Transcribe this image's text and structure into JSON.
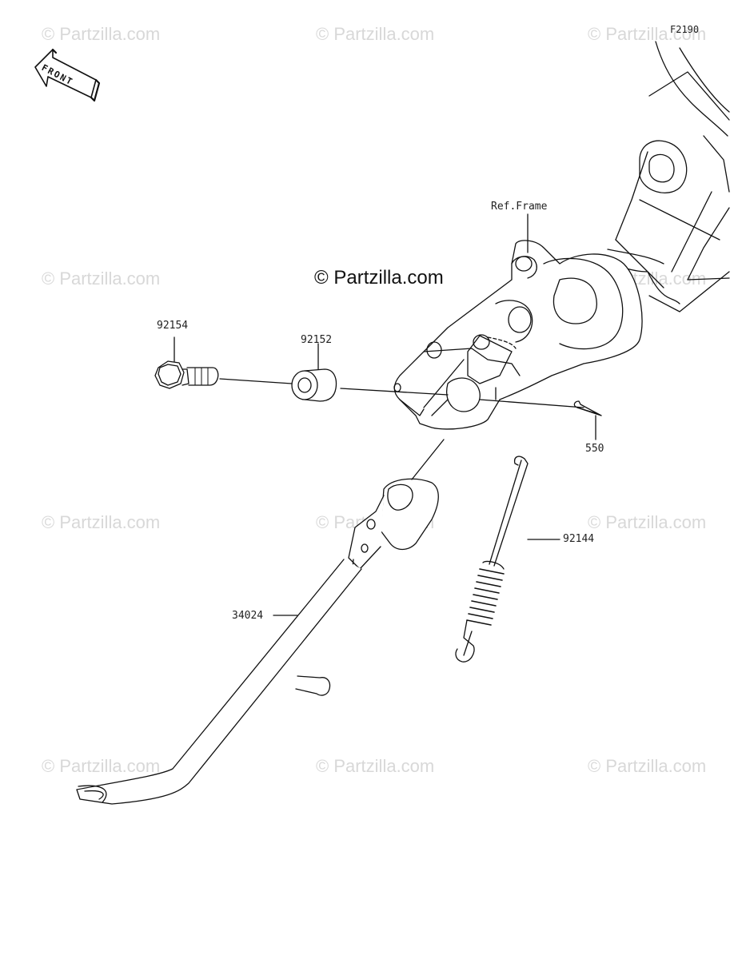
{
  "figure_code": "F2190",
  "watermark_text": "© Partzilla.com",
  "center_watermark": "© Partzilla.com",
  "front_arrow_label": "FRONT",
  "ref_frame_label": "Ref.Frame",
  "parts": [
    {
      "number": "92154",
      "name": "bolt"
    },
    {
      "number": "92152",
      "name": "collar"
    },
    {
      "number": "550",
      "name": "cotter-pin"
    },
    {
      "number": "92144",
      "name": "spring"
    },
    {
      "number": "34024",
      "name": "side-stand"
    }
  ]
}
